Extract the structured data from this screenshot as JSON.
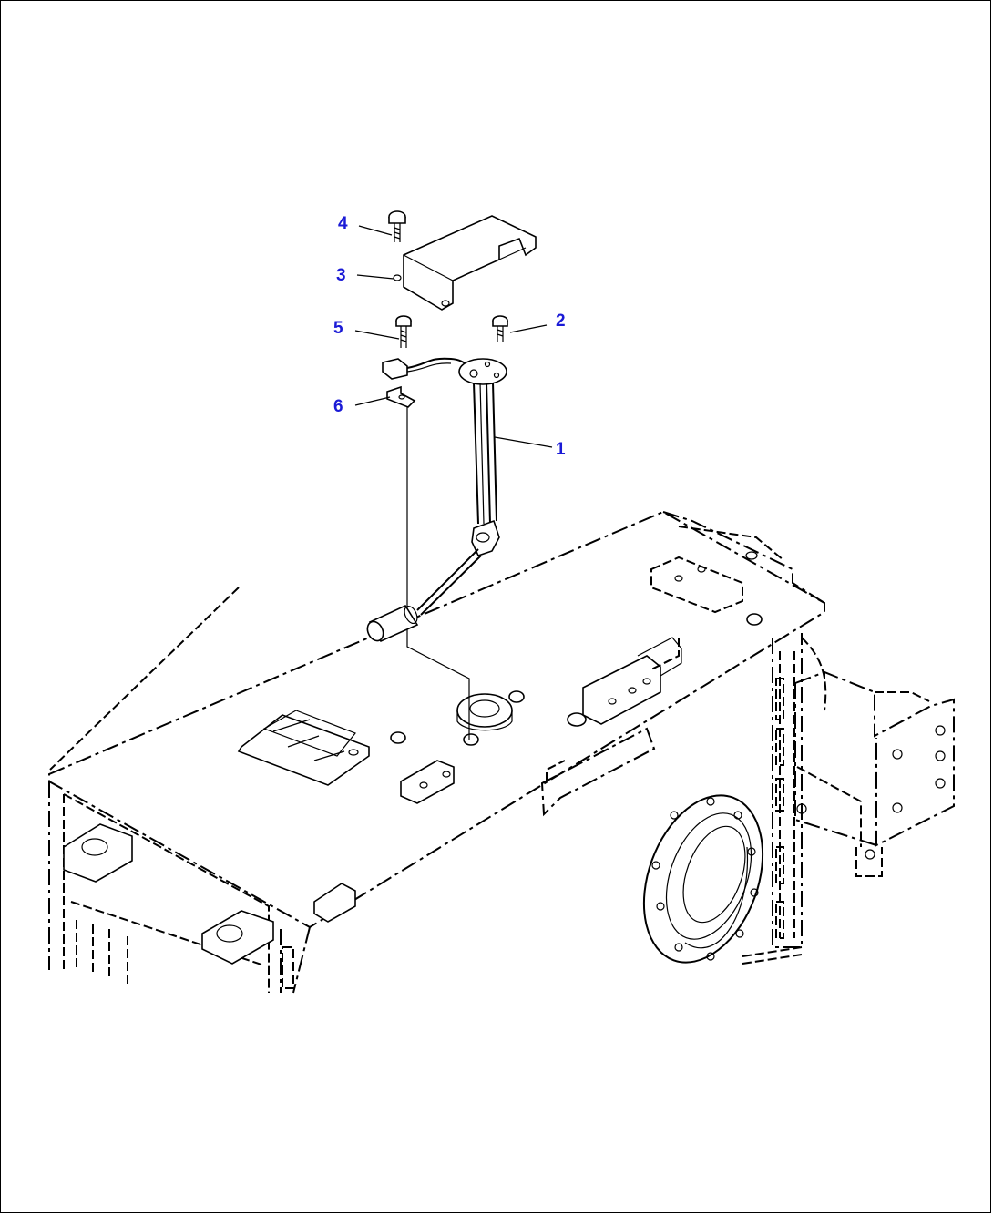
{
  "colors": {
    "callout": "#1a1ad6",
    "line": "#000000",
    "background": "#ffffff"
  },
  "callouts": [
    {
      "id": "1",
      "label": "1"
    },
    {
      "id": "2",
      "label": "2"
    },
    {
      "id": "3",
      "label": "3"
    },
    {
      "id": "4",
      "label": "4"
    },
    {
      "id": "5",
      "label": "5"
    },
    {
      "id": "6",
      "label": "6"
    }
  ],
  "parts": [
    {
      "callout": "1",
      "icon": "fuel-level-sensor-icon"
    },
    {
      "callout": "2",
      "icon": "bolt-icon"
    },
    {
      "callout": "3",
      "icon": "cover-plate-icon"
    },
    {
      "callout": "4",
      "icon": "bolt-icon"
    },
    {
      "callout": "5",
      "icon": "bolt-icon"
    },
    {
      "callout": "6",
      "icon": "clamp-icon"
    }
  ]
}
